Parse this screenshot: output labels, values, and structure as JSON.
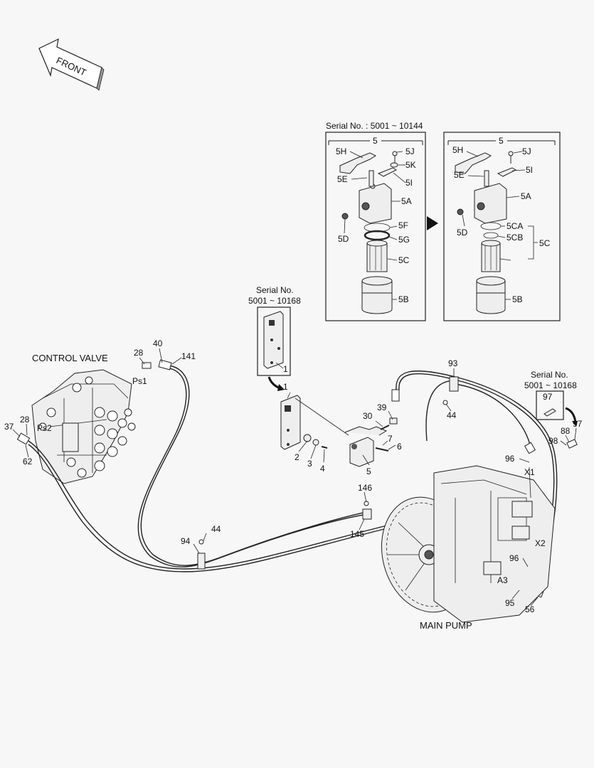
{
  "front_arrow": {
    "label": "FRONT"
  },
  "control_valve": {
    "title": "CONTROL VALVE",
    "port_ps1": "Ps1",
    "port_ps2": "Ps2"
  },
  "main_pump": {
    "title": "MAIN PUMP",
    "port_x1": "X1",
    "port_x2": "X2",
    "port_a3": "A3"
  },
  "filter_old": {
    "serial_label": "Serial No. : 5001 ~ 10144",
    "assembly": "5",
    "parts": [
      "5H",
      "5J",
      "5K",
      "5E",
      "5I",
      "5A",
      "5D",
      "5F",
      "5G",
      "5C",
      "5B"
    ]
  },
  "filter_new": {
    "assembly": "5",
    "parts": [
      "5H",
      "5J",
      "5E",
      "5I",
      "5A",
      "5D",
      "5CA",
      "5CB",
      "5C",
      "5B"
    ]
  },
  "bracket_detail": {
    "serial_line1": "Serial No.",
    "serial_line2": "5001 ~ 10168",
    "part": "1"
  },
  "fitting_detail": {
    "serial_line1": "Serial No.",
    "serial_line2": "5001 ~ 10168",
    "part": "97"
  },
  "callouts": {
    "c1": "1",
    "c2": "2",
    "c3": "3",
    "c4": "4",
    "c5": "5",
    "c6": "6",
    "c7": "7",
    "c28a": "28",
    "c28b": "28",
    "c30": "30",
    "c37": "37",
    "c39": "39",
    "c40": "40",
    "c44a": "44",
    "c44b": "44",
    "c56": "56",
    "c62": "62",
    "c88": "88",
    "c93": "93",
    "c94": "94",
    "c95": "95",
    "c96a": "96",
    "c96b": "96",
    "c97": "97",
    "c98": "98",
    "c141": "141",
    "c145": "145",
    "c146": "146"
  }
}
